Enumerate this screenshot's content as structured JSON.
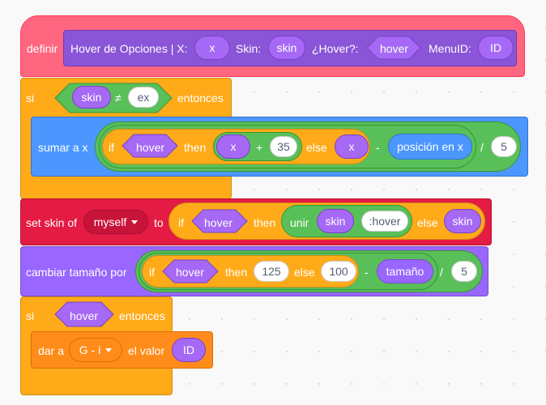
{
  "define": {
    "keyword": "definir",
    "name": "Hover de Opciones | X:",
    "x": "x",
    "skin_label": "Skin:",
    "skin": "skin",
    "hover_label": "¿Hover?:",
    "hover": "hover",
    "menu_label": "MenuID:",
    "menu": "ID"
  },
  "if1": {
    "si": "si",
    "skin": "skin",
    "neq": "≠",
    "value": "ex",
    "then": "entonces"
  },
  "change_x": {
    "label": "sumar a x",
    "if": "if",
    "hover": "hover",
    "then": "then",
    "x": "x",
    "plus": "+",
    "amount": "35",
    "else": "else",
    "x2": "x",
    "minus": "-",
    "pos": "posición en x",
    "div": "/",
    "divisor": "5"
  },
  "set_skin": {
    "label": "set skin of",
    "target": "myself",
    "to": "to",
    "if": "if",
    "hover": "hover",
    "then": "then",
    "join": "unir",
    "skin": "skin",
    "suffix": ":hover",
    "else": "else",
    "skin2": "skin"
  },
  "change_size": {
    "label": "cambiar tamaño por",
    "if": "if",
    "hover": "hover",
    "then": "then",
    "v1": "125",
    "else": "else",
    "v2": "100",
    "minus": "-",
    "size": "tamaño",
    "div": "/",
    "divisor": "5"
  },
  "if2": {
    "si": "si",
    "hover": "hover",
    "then": "entonces"
  },
  "set_var": {
    "label": "dar a",
    "var": "G - i",
    "value_label": "el valor",
    "value": "ID"
  }
}
